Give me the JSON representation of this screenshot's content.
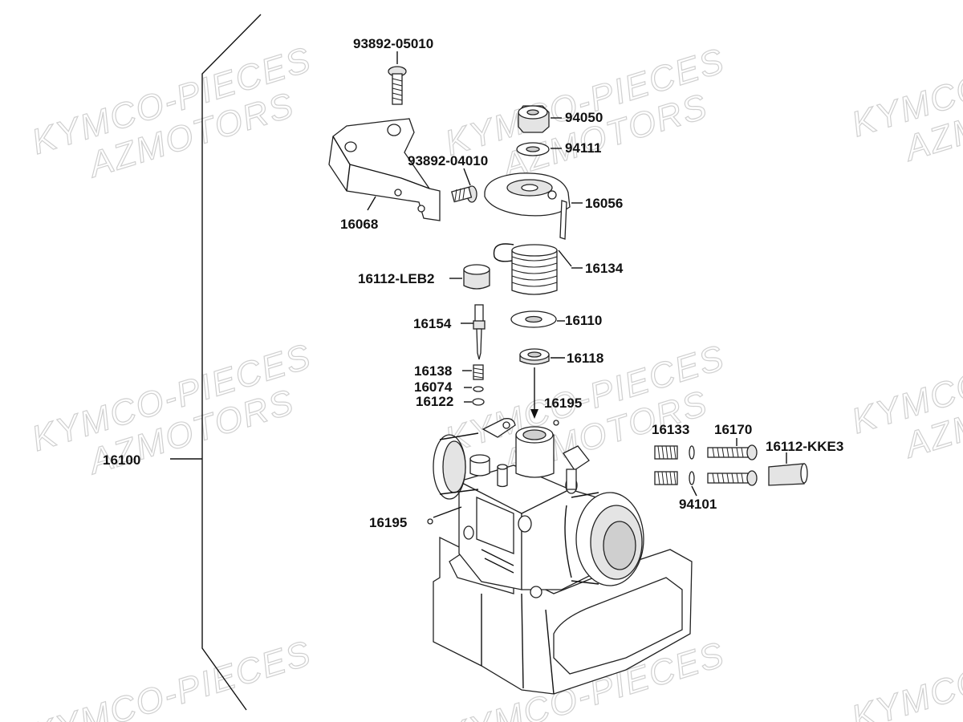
{
  "watermarks": {
    "kymco": "KYMCO-PIECES",
    "azm": "AZMOTORS"
  },
  "assembly_label": "16100",
  "labels": {
    "p93892_05010": "93892-05010",
    "p94050": "94050",
    "p94111": "94111",
    "p93892_04010": "93892-04010",
    "p16056": "16056",
    "p16068": "16068",
    "p16134": "16134",
    "p16112_leb2": "16112-LEB2",
    "p16154": "16154",
    "p16110": "16110",
    "p16118": "16118",
    "p16138": "16138",
    "p16074": "16074",
    "p16122": "16122",
    "p16195_top": "16195",
    "p16195_left": "16195",
    "p16133": "16133",
    "p16170": "16170",
    "p16112_kke3": "16112-KKE3",
    "p94101": "94101"
  }
}
